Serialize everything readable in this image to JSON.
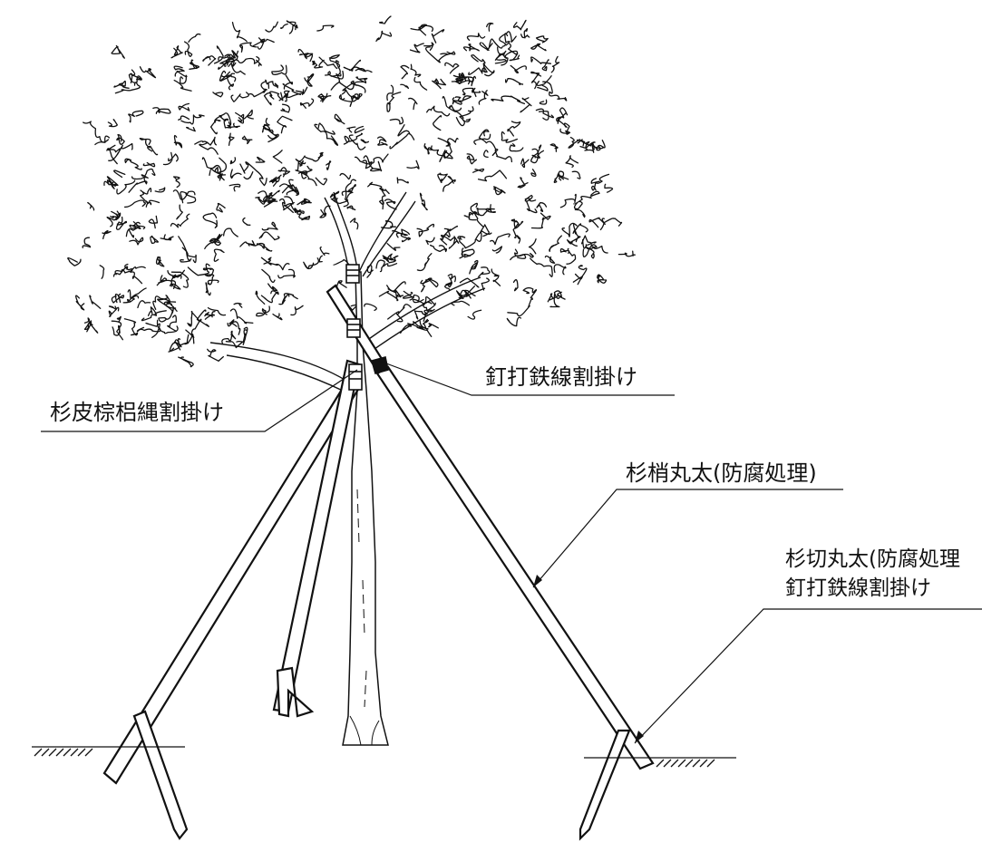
{
  "labels": {
    "binding_rope": "杉皮棕梠縄割掛け",
    "nail_wire_top": "釘打鉄線割掛け",
    "pole": "杉梢丸太(防腐処理)",
    "stake_line1": "杉切丸太(防腐処理",
    "stake_line2": "釘打鉄線割掛け"
  }
}
